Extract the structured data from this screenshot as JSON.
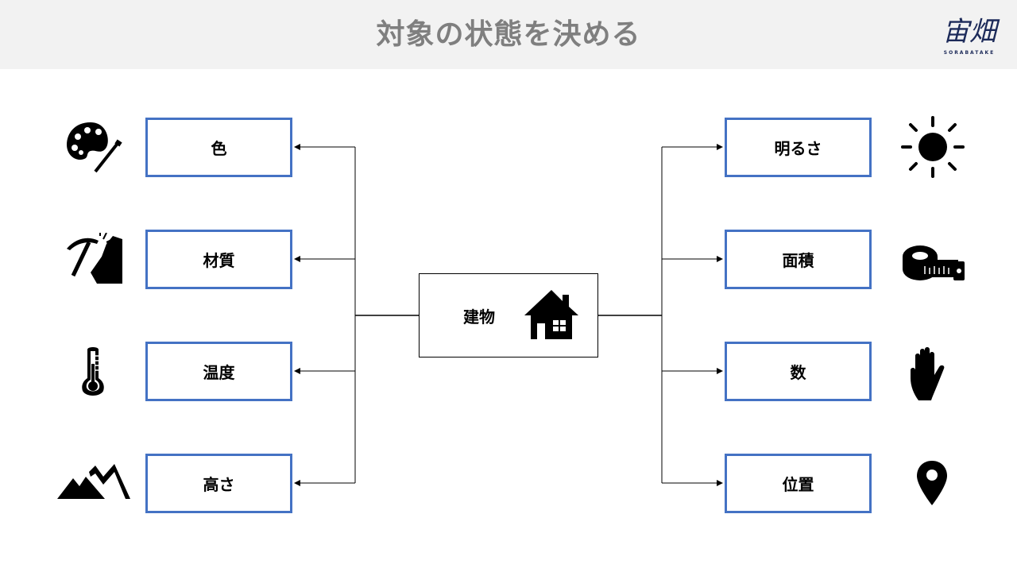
{
  "header": {
    "title": "対象の状態を決める"
  },
  "logo": {
    "mark": "宙畑",
    "text": "SORABATAKE"
  },
  "center": {
    "label": "建物",
    "icon": "house-icon"
  },
  "left_items": [
    {
      "label": "色",
      "icon": "palette-icon"
    },
    {
      "label": "材質",
      "icon": "pickaxe-icon"
    },
    {
      "label": "温度",
      "icon": "thermometer-icon"
    },
    {
      "label": "高さ",
      "icon": "mountain-icon"
    }
  ],
  "right_items": [
    {
      "label": "明るさ",
      "icon": "sun-icon"
    },
    {
      "label": "面積",
      "icon": "tape-measure-icon"
    },
    {
      "label": "数",
      "icon": "hand-icon"
    },
    {
      "label": "位置",
      "icon": "location-pin-icon"
    }
  ],
  "colors": {
    "box_border": "#4472c4",
    "header_bg": "#f2f2f2",
    "title": "#7f7f7f"
  }
}
